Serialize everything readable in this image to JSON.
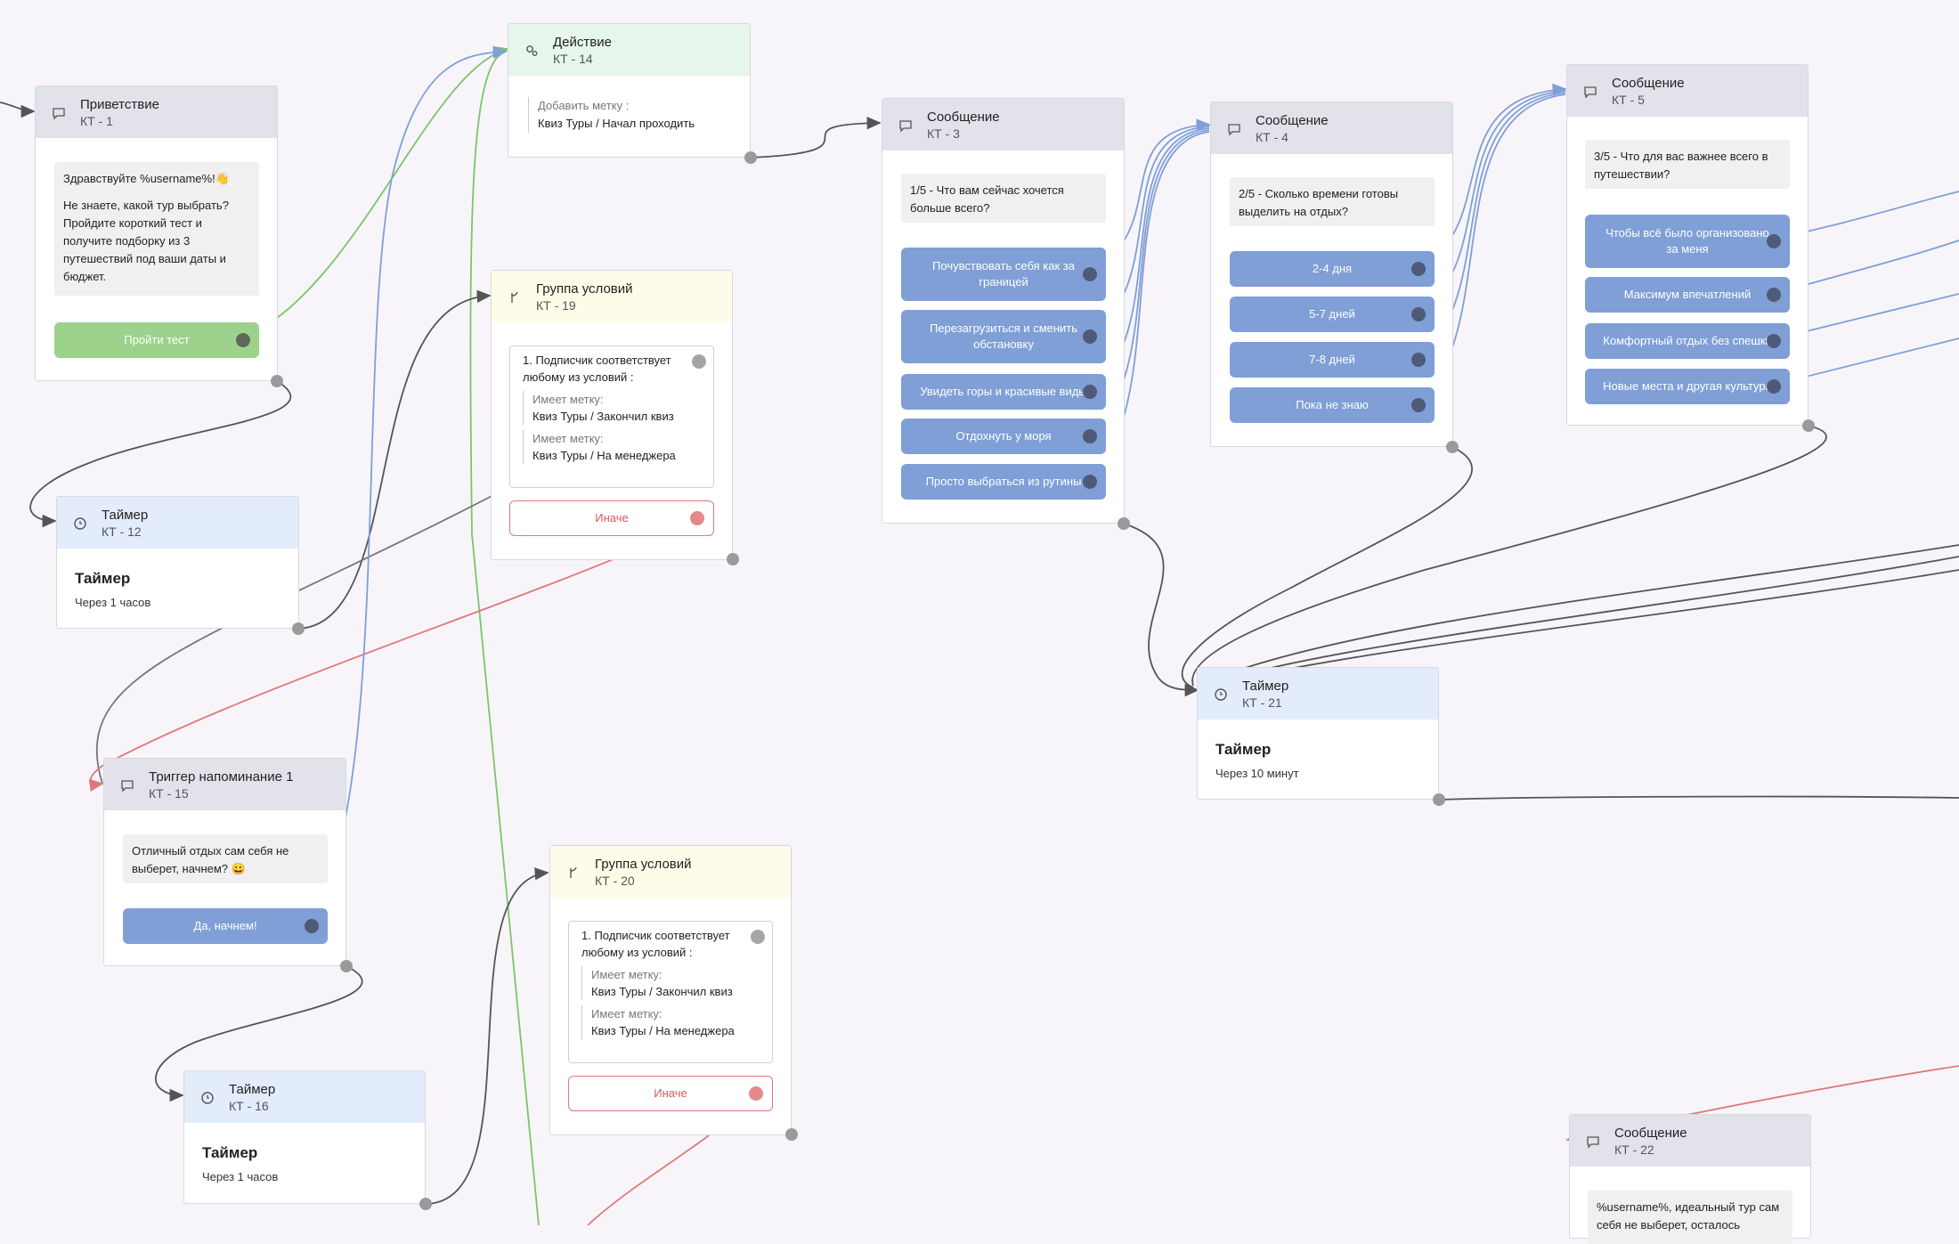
{
  "nodes": {
    "kt1": {
      "title": "Приветствие",
      "sub": "КТ - 1",
      "text_line1": "Здравствуйте %username%!👋",
      "text_line2": "Не знаете, какой тур выбрать? Пройдите короткий тест и получите подборку из 3 путешествий под ваши даты и бюджет.",
      "button": "Пройти тест"
    },
    "kt14": {
      "title": "Действие",
      "sub": "КТ - 14",
      "label": "Добавить метку :",
      "value": "Квиз Туры / Начал проходить"
    },
    "kt19": {
      "title": "Группа условий",
      "sub": "КТ - 19",
      "rule": "1. Подписчик соответствует любому из условий :",
      "cond1_label": "Имеет метку:",
      "cond1_value": "Квиз Туры / Закончил квиз",
      "cond2_label": "Имеет метку:",
      "cond2_value": "Квиз Туры / На менеджера",
      "else": "Иначе"
    },
    "kt12": {
      "title": "Таймер",
      "sub": "КТ - 12",
      "big": "Таймер",
      "small": "Через 1 часов"
    },
    "kt15": {
      "title": "Триггер напоминание 1",
      "sub": "КТ - 15",
      "text": "Отличный отдых сам себя не выберет, начнем? 😀",
      "button": "Да, начнем!"
    },
    "kt16": {
      "title": "Таймер",
      "sub": "КТ - 16",
      "big": "Таймер",
      "small": "Через 1 часов"
    },
    "kt20": {
      "title": "Группа условий",
      "sub": "КТ - 20",
      "rule": "1. Подписчик соответствует любому из условий :",
      "cond1_label": "Имеет метку:",
      "cond1_value": "Квиз Туры / Закончил квиз",
      "cond2_label": "Имеет метку:",
      "cond2_value": "Квиз Туры / На менеджера",
      "else": "Иначе"
    },
    "kt3": {
      "title": "Сообщение",
      "sub": "КТ - 3",
      "text": "1/5 - Что вам сейчас хочется больше всего?",
      "buttons": [
        "Почувствовать себя как за границей",
        "Перезагрузиться и сменить обстановку",
        "Увидеть горы и красивые виды",
        "Отдохнуть у моря",
        "Просто выбраться из рутины"
      ]
    },
    "kt4": {
      "title": "Сообщение",
      "sub": "КТ - 4",
      "text": "2/5 - Сколько времени готовы выделить на отдых?",
      "buttons": [
        "2-4 дня",
        "5-7 дней",
        "7-8 дней",
        "Пока не знаю"
      ]
    },
    "kt5": {
      "title": "Сообщение",
      "sub": "КТ - 5",
      "text": "3/5 - Что для вас важнее всего в путешествии?",
      "buttons": [
        "Чтобы всё было организовано за меня",
        "Максимум впечатлений",
        "Комфортный отдых без спешки",
        "Новые места и другая культура"
      ]
    },
    "kt21": {
      "title": "Таймер",
      "sub": "КТ - 21",
      "big": "Таймер",
      "small": "Через 10 минут"
    },
    "kt22": {
      "title": "Сообщение",
      "sub": "КТ - 22",
      "text": "%username%, идеальный тур сам себя не выберет, осталось"
    }
  },
  "colors": {
    "wire_gray": "#555555",
    "wire_blue": "#7f9fd6",
    "wire_green": "#7dc46a",
    "wire_red": "#e07878"
  }
}
